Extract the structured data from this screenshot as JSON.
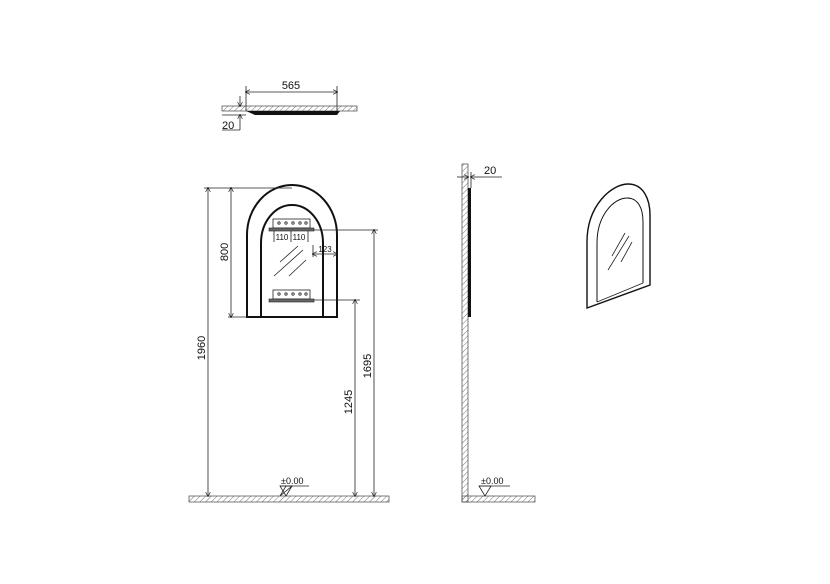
{
  "top_view": {
    "width_label": "565",
    "depth_label": "20"
  },
  "front_view": {
    "mirror_height_label": "800",
    "total_height_label": "1960",
    "upper_bracket_height_label": "1695",
    "lower_bracket_height_label": "1245",
    "bracket_spacing_left_label": "110",
    "bracket_spacing_right_label": "110",
    "bracket_side_offset_label": "123",
    "floor_level_label": "±0.00"
  },
  "side_view": {
    "depth_label": "20",
    "floor_level_label": "±0.00"
  },
  "iso_view": {
    "description": "arched-mirror-isometric"
  },
  "colors": {
    "line": "#111111",
    "hatch": "#888888",
    "background": "#ffffff"
  }
}
